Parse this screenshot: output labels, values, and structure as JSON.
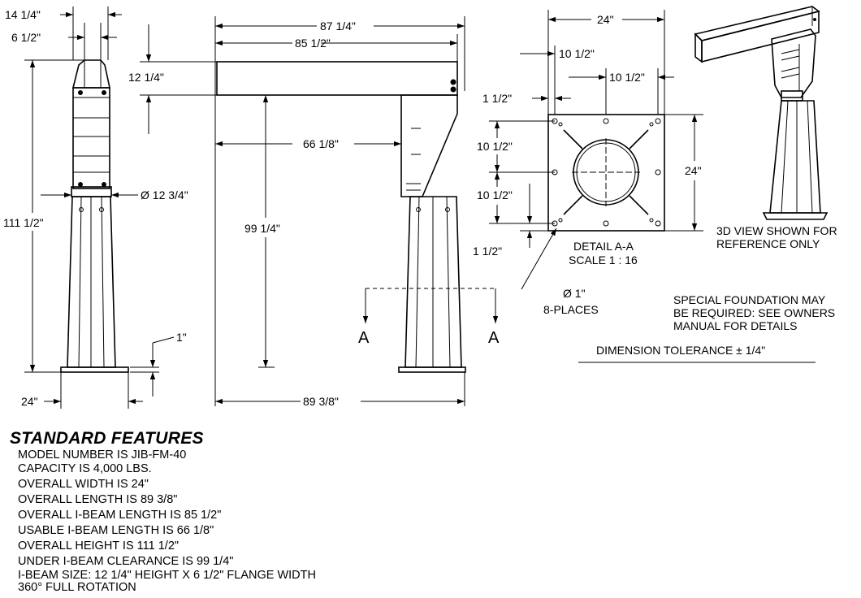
{
  "dims": {
    "d1": "14 1/4\"",
    "d2": "6 1/2\"",
    "d3": "87 1/4\"",
    "d4": "85 1/2\"",
    "d5": "12 1/4\"",
    "d6": "66 1/8\"",
    "d7": "111 1/2\"",
    "d8": "99 1/4\"",
    "d9": "Ø 12 3/4\"",
    "d10": "1\"",
    "d11": "24\"",
    "d12": "89 3/8\"",
    "d13": "24\"",
    "d14": "10 1/2\"",
    "d15": "10 1/2\"",
    "d16": "1 1/2\"",
    "d17": "10 1/2\"",
    "d18": "24\"",
    "d19": "10 1/2\"",
    "d20": "1 1/2\"",
    "d21": "Ø 1\"",
    "d22": "8-PLACES"
  },
  "section_labels": {
    "left": "A",
    "right": "A"
  },
  "detail": {
    "title": "DETAIL A-A",
    "scale": "SCALE 1 : 16"
  },
  "notes": {
    "ref_line1": "3D VIEW SHOWN FOR",
    "ref_line2": "REFERENCE ONLY",
    "foundation_line1": "SPECIAL FOUNDATION MAY",
    "foundation_line2": "BE REQUIRED: SEE OWNERS",
    "foundation_line3": "MANUAL FOR DETAILS",
    "tolerance": "DIMENSION TOLERANCE ± 1/4\""
  },
  "features": {
    "title": "STANDARD FEATURES",
    "items": [
      "MODEL NUMBER IS JIB-FM-40",
      "CAPACITY IS 4,000 LBS.",
      "OVERALL WIDTH IS  24\"",
      "OVERALL LENGTH IS  89 3/8\"",
      "OVERALL I-BEAM LENGTH IS  85 1/2\"",
      "USABLE I-BEAM LENGTH IS  66 1/8\"",
      "OVERALL HEIGHT IS  111 1/2\"",
      "UNDER I-BEAM CLEARANCE IS  99 1/4\"",
      "I-BEAM SIZE:  12 1/4\"  HEIGHT X 6 1/2\" FLANGE WIDTH",
      "360° FULL ROTATION"
    ]
  }
}
